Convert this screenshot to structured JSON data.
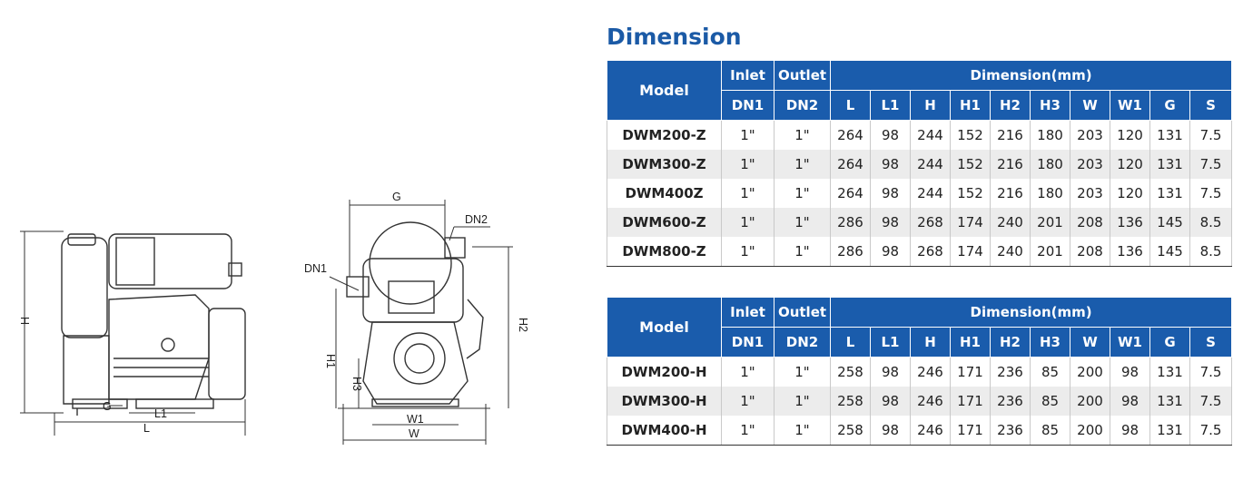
{
  "title": "Dimension",
  "drawing_labels": {
    "side": {
      "h": "H",
      "g": "G",
      "l1": "L1",
      "l": "L"
    },
    "front": {
      "g": "G",
      "dn2": "DN2",
      "dn1": "DN1",
      "h1": "H1",
      "h2": "H2",
      "h3": "H3",
      "w1": "W1",
      "w": "W"
    }
  },
  "table_header": {
    "model": "Model",
    "inlet": "Inlet",
    "outlet": "Outlet",
    "dimension": "Dimension(mm)",
    "dn1": "DN1",
    "dn2": "DN2",
    "cols": [
      "L",
      "L1",
      "H",
      "H1",
      "H2",
      "H3",
      "W",
      "W1",
      "G",
      "S"
    ]
  },
  "tables": [
    {
      "rows": [
        {
          "model": "DWM200-Z",
          "dn1": "1\"",
          "dn2": "1\"",
          "vals": [
            "264",
            "98",
            "244",
            "152",
            "216",
            "180",
            "203",
            "120",
            "131",
            "7.5"
          ]
        },
        {
          "model": "DWM300-Z",
          "dn1": "1\"",
          "dn2": "1\"",
          "vals": [
            "264",
            "98",
            "244",
            "152",
            "216",
            "180",
            "203",
            "120",
            "131",
            "7.5"
          ]
        },
        {
          "model": "DWM400Z",
          "dn1": "1\"",
          "dn2": "1\"",
          "vals": [
            "264",
            "98",
            "244",
            "152",
            "216",
            "180",
            "203",
            "120",
            "131",
            "7.5"
          ]
        },
        {
          "model": "DWM600-Z",
          "dn1": "1\"",
          "dn2": "1\"",
          "vals": [
            "286",
            "98",
            "268",
            "174",
            "240",
            "201",
            "208",
            "136",
            "145",
            "8.5"
          ]
        },
        {
          "model": "DWM800-Z",
          "dn1": "1\"",
          "dn2": "1\"",
          "vals": [
            "286",
            "98",
            "268",
            "174",
            "240",
            "201",
            "208",
            "136",
            "145",
            "8.5"
          ]
        }
      ]
    },
    {
      "rows": [
        {
          "model": "DWM200-H",
          "dn1": "1\"",
          "dn2": "1\"",
          "vals": [
            "258",
            "98",
            "246",
            "171",
            "236",
            "85",
            "200",
            "98",
            "131",
            "7.5"
          ]
        },
        {
          "model": "DWM300-H",
          "dn1": "1\"",
          "dn2": "1\"",
          "vals": [
            "258",
            "98",
            "246",
            "171",
            "236",
            "85",
            "200",
            "98",
            "131",
            "7.5"
          ]
        },
        {
          "model": "DWM400-H",
          "dn1": "1\"",
          "dn2": "1\"",
          "vals": [
            "258",
            "98",
            "246",
            "171",
            "236",
            "85",
            "200",
            "98",
            "131",
            "7.5"
          ]
        }
      ]
    }
  ],
  "colors": {
    "header_blue": "#1a5cac",
    "title_blue": "#1b5aa6",
    "alt_row": "#ececec"
  }
}
